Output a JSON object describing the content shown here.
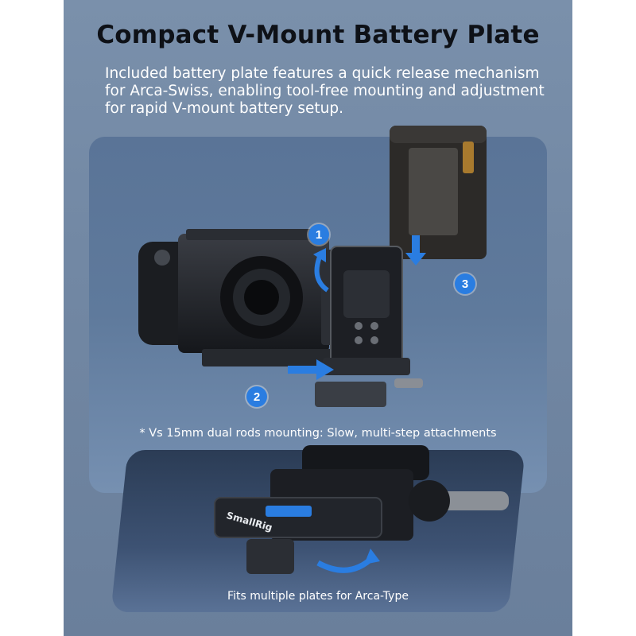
{
  "header": {
    "title": "Compact V-Mount Battery Plate",
    "description": "Included battery plate features a quick release mechanism for Arca-Swiss, enabling tool-free mounting and adjustment for rapid V-mount battery setup."
  },
  "diagram": {
    "steps": [
      "1",
      "2",
      "3"
    ],
    "footnote": "* Vs 15mm dual rods mounting: Slow, multi-step attachments"
  },
  "detail": {
    "brand_mark": "SmallRig",
    "caption": "Fits multiple plates for Arca-Type"
  },
  "colors": {
    "background": "#7288a4",
    "accent": "#2a7de1"
  }
}
